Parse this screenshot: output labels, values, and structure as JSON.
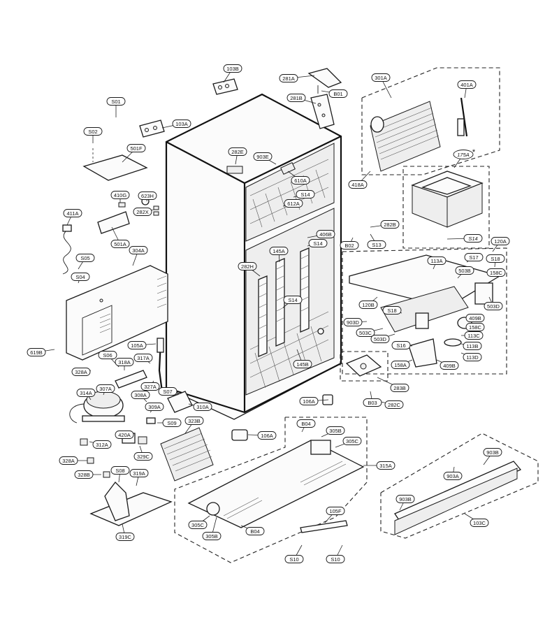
{
  "diagram": {
    "callouts": [
      {
        "label": "103B"
      },
      {
        "label": "S01"
      },
      {
        "label": "103A"
      },
      {
        "label": "S02"
      },
      {
        "label": "501F"
      },
      {
        "label": "410G"
      },
      {
        "label": "623H"
      },
      {
        "label": "282X"
      },
      {
        "label": "411A"
      },
      {
        "label": "501A"
      },
      {
        "label": "S05"
      },
      {
        "label": "S04"
      },
      {
        "label": "304A"
      },
      {
        "label": "619B"
      },
      {
        "label": "281A"
      },
      {
        "label": "B01"
      },
      {
        "label": "281B"
      },
      {
        "label": "282E"
      },
      {
        "label": "903E"
      },
      {
        "label": "610A"
      },
      {
        "label": "S14"
      },
      {
        "label": "612A"
      },
      {
        "label": "406B"
      },
      {
        "label": "S14"
      },
      {
        "label": "145A"
      },
      {
        "label": "282H"
      },
      {
        "label": "S14"
      },
      {
        "label": "145B"
      },
      {
        "label": "282B"
      },
      {
        "label": "B02"
      },
      {
        "label": "S13"
      },
      {
        "label": "301A"
      },
      {
        "label": "401A"
      },
      {
        "label": "418A"
      },
      {
        "label": "175A"
      },
      {
        "label": "S14"
      },
      {
        "label": "120A"
      },
      {
        "label": "113A"
      },
      {
        "label": "S17"
      },
      {
        "label": "S18"
      },
      {
        "label": "503B"
      },
      {
        "label": "158C"
      },
      {
        "label": "120B"
      },
      {
        "label": "S18"
      },
      {
        "label": "503D"
      },
      {
        "label": "409B"
      },
      {
        "label": "158C"
      },
      {
        "label": "903D"
      },
      {
        "label": "503C"
      },
      {
        "label": "503D"
      },
      {
        "label": "113C"
      },
      {
        "label": "S16"
      },
      {
        "label": "113B"
      },
      {
        "label": "158A"
      },
      {
        "label": "409B"
      },
      {
        "label": "113D"
      },
      {
        "label": "105A"
      },
      {
        "label": "S06"
      },
      {
        "label": "318A"
      },
      {
        "label": "317A"
      },
      {
        "label": "328A"
      },
      {
        "label": "307A"
      },
      {
        "label": "327A"
      },
      {
        "label": "314A"
      },
      {
        "label": "S07"
      },
      {
        "label": "308A"
      },
      {
        "label": "309A"
      },
      {
        "label": "310A"
      },
      {
        "label": "S09"
      },
      {
        "label": "323B"
      },
      {
        "label": "312A"
      },
      {
        "label": "420A"
      },
      {
        "label": "329C"
      },
      {
        "label": "328A"
      },
      {
        "label": "328B"
      },
      {
        "label": "S08"
      },
      {
        "label": "319A"
      },
      {
        "label": "319C"
      },
      {
        "label": "106A"
      },
      {
        "label": "106A"
      },
      {
        "label": "283B"
      },
      {
        "label": "B03"
      },
      {
        "label": "282C"
      },
      {
        "label": "B04"
      },
      {
        "label": "305B"
      },
      {
        "label": "305C"
      },
      {
        "label": "315A"
      },
      {
        "label": "305C"
      },
      {
        "label": "305B"
      },
      {
        "label": "B04"
      },
      {
        "label": "105F"
      },
      {
        "label": "S10"
      },
      {
        "label": "S10"
      },
      {
        "label": "903B"
      },
      {
        "label": "903A"
      },
      {
        "label": "903B"
      },
      {
        "label": "103C"
      }
    ],
    "marks": {
      "asterisk": "*"
    }
  },
  "colors": {
    "line": "#1a1a1a",
    "background": "#ffffff"
  }
}
